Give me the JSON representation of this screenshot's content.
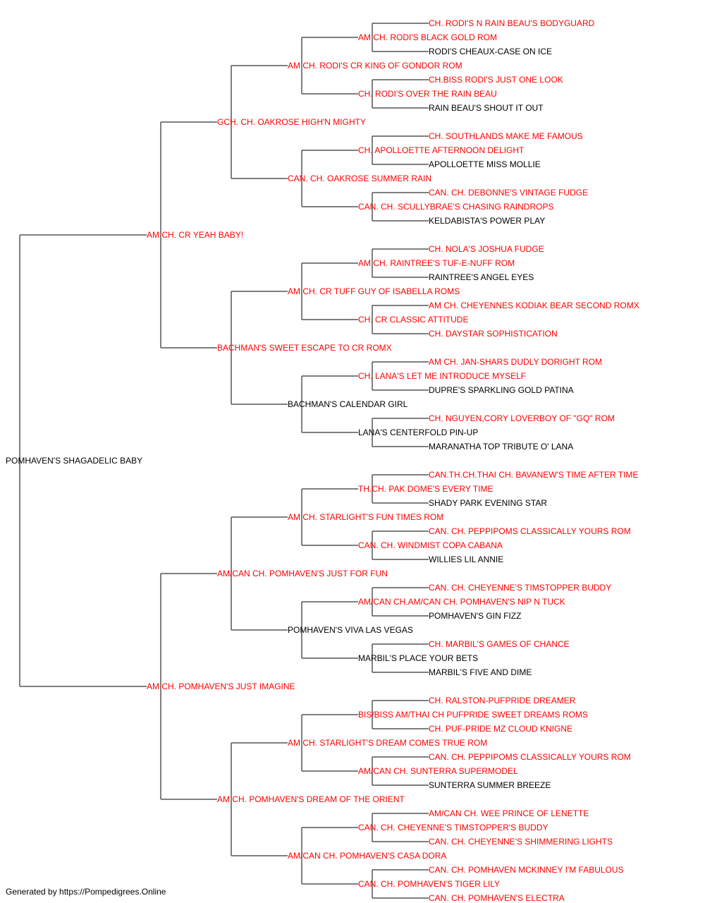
{
  "colors": {
    "champion": "#ff0000",
    "normal": "#000000",
    "line": "#555555"
  },
  "footer": "Generated by https://Pompedigrees.Online",
  "pedigree": {
    "name": "POMHAVEN'S SHAGADELIC BABY",
    "champion": false,
    "sire": {
      "name": "AM CH. CR YEAH BABY!",
      "champion": true,
      "sire": {
        "name": "GCH. CH. OAKROSE HIGH'N MIGHTY",
        "champion": true,
        "sire": {
          "name": "AM CH. RODI'S CR KING OF GONDOR ROM",
          "champion": true,
          "sire": {
            "name": "AM CH. RODI'S BLACK GOLD ROM",
            "champion": true,
            "sire": {
              "name": "CH. RODI'S N RAIN BEAU'S BODYGUARD",
              "champion": true
            },
            "dam": {
              "name": "RODI'S CHEAUX-CASE ON ICE",
              "champion": false
            }
          },
          "dam": {
            "name": "CH. RODI'S OVER THE RAIN BEAU",
            "champion": true,
            "sire": {
              "name": "CH.BISS RODI'S JUST ONE LOOK",
              "champion": true
            },
            "dam": {
              "name": "RAIN BEAU'S SHOUT IT OUT",
              "champion": false
            }
          }
        },
        "dam": {
          "name": "CAN. CH. OAKROSE SUMMER RAIN",
          "champion": true,
          "sire": {
            "name": "CH. APOLLOETTE AFTERNOON DELIGHT",
            "champion": true,
            "sire": {
              "name": "CH. SOUTHLANDS MAKE ME FAMOUS",
              "champion": true
            },
            "dam": {
              "name": "APOLLOETTE MISS MOLLIE",
              "champion": false
            }
          },
          "dam": {
            "name": "CAN. CH. SCULLYBRAE'S CHASING RAINDROPS",
            "champion": true,
            "sire": {
              "name": "CAN. CH. DEBONNE'S VINTAGE FUDGE",
              "champion": true
            },
            "dam": {
              "name": "KELDABISTA'S POWER PLAY",
              "champion": false
            }
          }
        }
      },
      "dam": {
        "name": "BACHMAN'S SWEET ESCAPE TO CR ROMX",
        "champion": true,
        "sire": {
          "name": "AM CH. CR TUFF GUY OF ISABELLA ROMS",
          "champion": true,
          "sire": {
            "name": "AM CH. RAINTREE'S TUF-E-NUFF ROM",
            "champion": true,
            "sire": {
              "name": "CH. NOLA'S JOSHUA FUDGE",
              "champion": true
            },
            "dam": {
              "name": "RAINTREE'S ANGEL EYES",
              "champion": false
            }
          },
          "dam": {
            "name": "CH. CR CLASSIC ATTITUDE",
            "champion": true,
            "sire": {
              "name": "AM CH. CHEYENNES KODIAK BEAR SECOND ROMX",
              "champion": true
            },
            "dam": {
              "name": "CH. DAYSTAR SOPHISTICATION",
              "champion": true
            }
          }
        },
        "dam": {
          "name": "BACHMAN'S CALENDAR GIRL",
          "champion": false,
          "sire": {
            "name": "CH. LANA'S LET ME INTRODUCE MYSELF",
            "champion": true,
            "sire": {
              "name": "AM CH. JAN-SHARS DUDLY DORIGHT ROM",
              "champion": true
            },
            "dam": {
              "name": "DUPRE'S SPARKLING GOLD PATINA",
              "champion": false
            }
          },
          "dam": {
            "name": "LANA'S CENTERFOLD PIN-UP",
            "champion": false,
            "sire": {
              "name": "CH. NGUYEN,CORY LOVERBOY OF \"GQ\" ROM",
              "champion": true
            },
            "dam": {
              "name": "MARANATHA TOP TRIBUTE O' LANA",
              "champion": false
            }
          }
        }
      }
    },
    "dam": {
      "name": "AM CH. POMHAVEN'S JUST IMAGINE",
      "champion": true,
      "sire": {
        "name": "AM/CAN CH. POMHAVEN'S JUST FOR FUN",
        "champion": true,
        "sire": {
          "name": "AM CH. STARLIGHT'S FUN TIMES ROM",
          "champion": true,
          "sire": {
            "name": "TH.CH. PAK DOME'S EVERY TIME",
            "champion": true,
            "sire": {
              "name": "CAN.TH.CH.THAI CH. BAVANEW'S TIME AFTER TIME",
              "champion": true
            },
            "dam": {
              "name": "SHADY PARK EVENING STAR",
              "champion": false
            }
          },
          "dam": {
            "name": "CAN. CH. WINDMIST COPA CABANA",
            "champion": true,
            "sire": {
              "name": "CAN. CH. PEPPIPOMS CLASSICALLY YOURS ROM",
              "champion": true
            },
            "dam": {
              "name": "WILLIES LIL ANNIE",
              "champion": false
            }
          }
        },
        "dam": {
          "name": "POMHAVEN'S VIVA LAS VEGAS",
          "champion": false,
          "sire": {
            "name": "AM/CAN CH.AM/CAN CH. POMHAVEN'S NIP N TUCK",
            "champion": true,
            "sire": {
              "name": "CAN. CH. CHEYENNE'S TIMSTOPPER BUDDY",
              "champion": true
            },
            "dam": {
              "name": "POMHAVEN'S GIN FIZZ",
              "champion": false
            }
          },
          "dam": {
            "name": "MARBIL'S PLACE YOUR BETS",
            "champion": false,
            "sire": {
              "name": "CH. MARBIL'S GAMES OF CHANCE",
              "champion": true
            },
            "dam": {
              "name": "MARBIL'S FIVE AND DIME",
              "champion": false
            }
          }
        }
      },
      "dam": {
        "name": "AM CH. POMHAVEN'S DREAM OF THE ORIENT",
        "champion": true,
        "sire": {
          "name": "AM CH. STARLIGHT'S DREAM COMES TRUE ROM",
          "champion": true,
          "sire": {
            "name": "BIS/BISS AM/THAI CH PUFPRIDE SWEET DREAMS ROMS",
            "champion": true,
            "sire": {
              "name": "CH. RALSTON-PUFPRIDE DREAMER",
              "champion": true
            },
            "dam": {
              "name": "CH. PUF-PRIDE MZ CLOUD KNIGNE",
              "champion": true
            }
          },
          "dam": {
            "name": "AM/CAN CH. SUNTERRA SUPERMODEL",
            "champion": true,
            "sire": {
              "name": "CAN. CH. PEPPIPOMS CLASSICALLY YOURS ROM",
              "champion": true
            },
            "dam": {
              "name": "SUNTERRA SUMMER BREEZE",
              "champion": false
            }
          }
        },
        "dam": {
          "name": "AM/CAN CH. POMHAVEN'S CASA DORA",
          "champion": true,
          "sire": {
            "name": "CAN. CH. CHEYENNE'S TIMSTOPPER'S BUDDY",
            "champion": true,
            "sire": {
              "name": "AM/CAN CH. WEE PRINCE OF LENETTE",
              "champion": true
            },
            "dam": {
              "name": "CAN. CH. CHEYENNE'S SHIMMERING LIGHTS",
              "champion": true
            }
          },
          "dam": {
            "name": "CAN. CH. POMHAVEN'S TIGER LILY",
            "champion": true,
            "sire": {
              "name": "CAN. CH. POMHAVEN MCKINNEY I'M FABULOUS",
              "champion": true
            },
            "dam": {
              "name": "CAN. CH. POMHAVEN'S ELECTRA",
              "champion": true
            }
          }
        }
      }
    }
  }
}
